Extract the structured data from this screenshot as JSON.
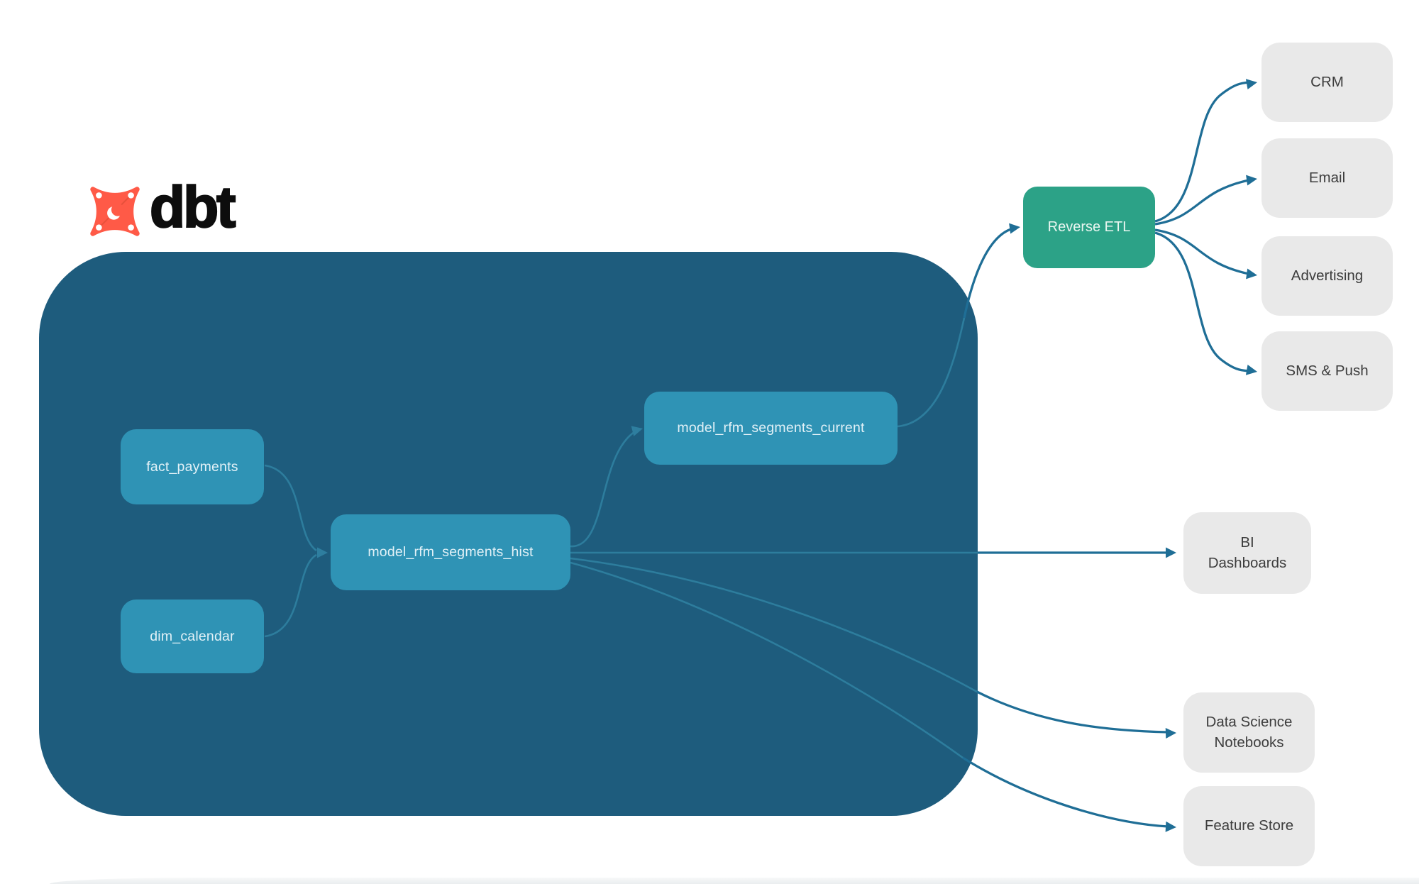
{
  "brand": {
    "name": "dbt"
  },
  "pipeline": {
    "sources": [
      {
        "label": "fact_payments"
      },
      {
        "label": "dim_calendar"
      }
    ],
    "models": [
      {
        "label": "model_rfm_segments_hist"
      },
      {
        "label": "model_rfm_segments_current"
      }
    ],
    "reverse_etl": {
      "label": "Reverse ETL"
    },
    "activation_destinations": [
      {
        "label": "CRM"
      },
      {
        "label": "Email"
      },
      {
        "label": "Advertising"
      },
      {
        "label": "SMS & Push"
      }
    ],
    "analytics_destinations": [
      {
        "label": "BI Dashboards"
      },
      {
        "label": "Data Science Notebooks"
      },
      {
        "label": "Feature Store"
      }
    ]
  },
  "edges": [
    {
      "from": "fact_payments",
      "to": "model_rfm_segments_hist"
    },
    {
      "from": "dim_calendar",
      "to": "model_rfm_segments_hist"
    },
    {
      "from": "model_rfm_segments_hist",
      "to": "model_rfm_segments_current"
    },
    {
      "from": "model_rfm_segments_current",
      "to": "Reverse ETL"
    },
    {
      "from": "Reverse ETL",
      "to": "CRM"
    },
    {
      "from": "Reverse ETL",
      "to": "Email"
    },
    {
      "from": "Reverse ETL",
      "to": "Advertising"
    },
    {
      "from": "Reverse ETL",
      "to": "SMS & Push"
    },
    {
      "from": "model_rfm_segments_hist",
      "to": "BI Dashboards"
    },
    {
      "from": "model_rfm_segments_hist",
      "to": "Data Science Notebooks"
    },
    {
      "from": "model_rfm_segments_hist",
      "to": "Feature Store"
    }
  ],
  "colors": {
    "warehouse_bg": "#1E5C7D",
    "model_node": "#2F93B5",
    "reverse_etl": "#2CA287",
    "destination_box": "#E9E9E9",
    "arrow_outside": "#1F6E96",
    "arrow_inside": "#2E7E9F",
    "brand_orange": "#FF5A47",
    "text_on_dark": "#E2F1F7",
    "text_on_gray": "#3D3D3D"
  }
}
